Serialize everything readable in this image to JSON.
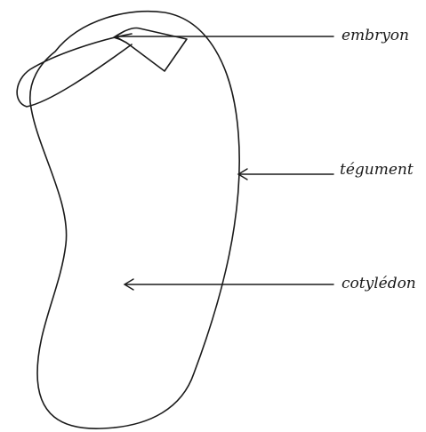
{
  "labels": {
    "embryo": "embryon",
    "tegument": "tégument",
    "cotyledon": "cotylédon"
  },
  "colors": {
    "ink": "#1a1a1a",
    "background": "#ffffff"
  }
}
